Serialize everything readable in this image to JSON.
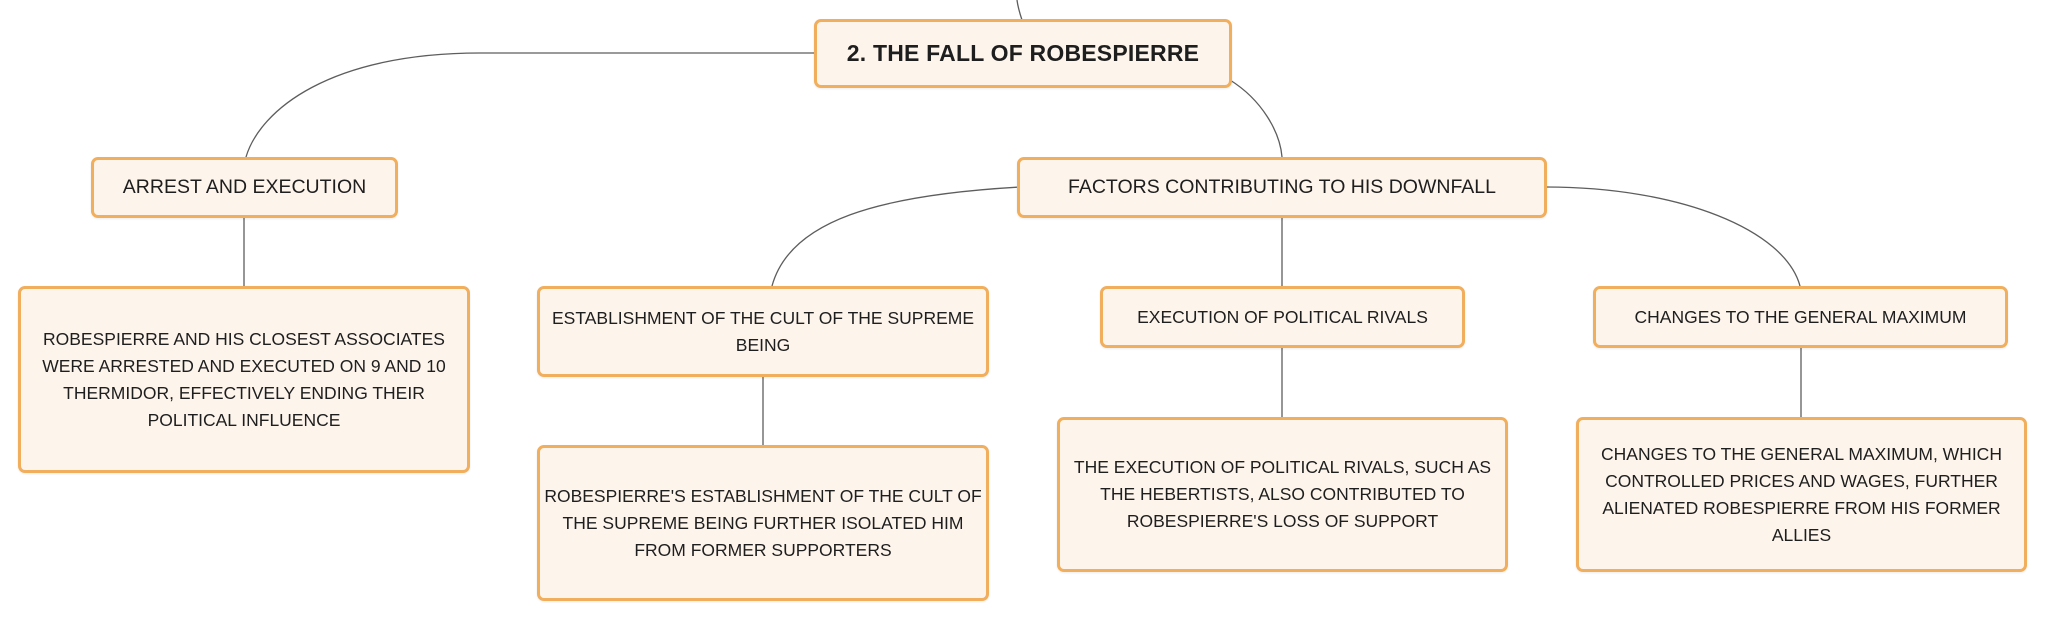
{
  "root": {
    "label": "2. THE FALL OF ROBESPIERRE"
  },
  "arrest": {
    "label": "ARREST AND EXECUTION",
    "detail": "ROBESPIERRE AND HIS CLOSEST ASSOCIATES WERE ARRESTED AND EXECUTED ON 9 AND 10 THERMIDOR, EFFECTIVELY ENDING THEIR POLITICAL INFLUENCE"
  },
  "factors": {
    "label": "FACTORS CONTRIBUTING TO HIS DOWNFALL",
    "cult": {
      "label": "ESTABLISHMENT OF THE CULT OF THE SUPREME BEING",
      "detail": "ROBESPIERRE'S ESTABLISHMENT OF THE CULT OF THE SUPREME BEING FURTHER ISOLATED HIM FROM FORMER SUPPORTERS"
    },
    "rivals": {
      "label": "EXECUTION OF POLITICAL RIVALS",
      "detail": "THE EXECUTION OF POLITICAL RIVALS, SUCH AS THE HEBERTISTS, ALSO CONTRIBUTED TO ROBESPIERRE'S LOSS OF SUPPORT"
    },
    "maximum": {
      "label": "CHANGES TO THE GENERAL MAXIMUM",
      "detail": "CHANGES TO THE GENERAL MAXIMUM, WHICH CONTROLLED PRICES AND WAGES, FURTHER ALIENATED ROBESPIERRE FROM HIS FORMER ALLIES"
    }
  },
  "colors": {
    "node_border": "#f1ae5c",
    "node_fill": "#fdf4ec",
    "connector": "#5d5d5d",
    "text": "#1e1e1e"
  }
}
